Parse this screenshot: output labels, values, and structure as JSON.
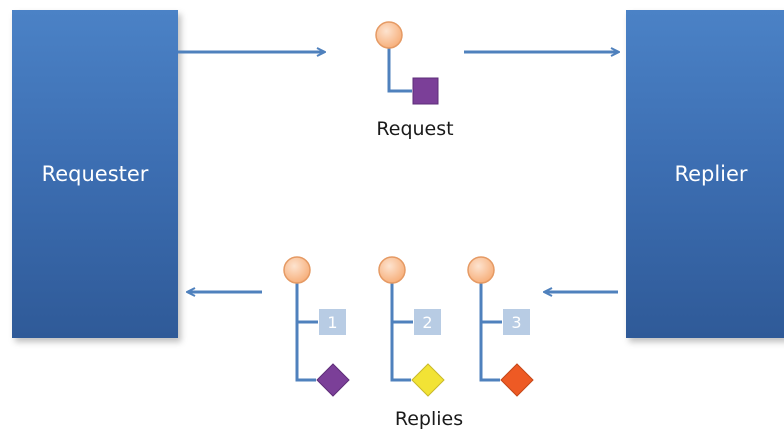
{
  "requester": {
    "label": "Requester"
  },
  "replier": {
    "label": "Replier"
  },
  "request": {
    "caption": "Request"
  },
  "replies": {
    "caption": "Replies",
    "items": [
      {
        "number": "1",
        "diamond_color": "#7b3f98"
      },
      {
        "number": "2",
        "diamond_color": "#f2e335"
      },
      {
        "number": "3",
        "diamond_color": "#ee5a24"
      }
    ]
  },
  "colors": {
    "box": "#3d6fb3",
    "arrow": "#4f81bd",
    "circle": "#f9b98a",
    "number_tag": "#b8cce4",
    "request_square": "#7b3f98"
  }
}
